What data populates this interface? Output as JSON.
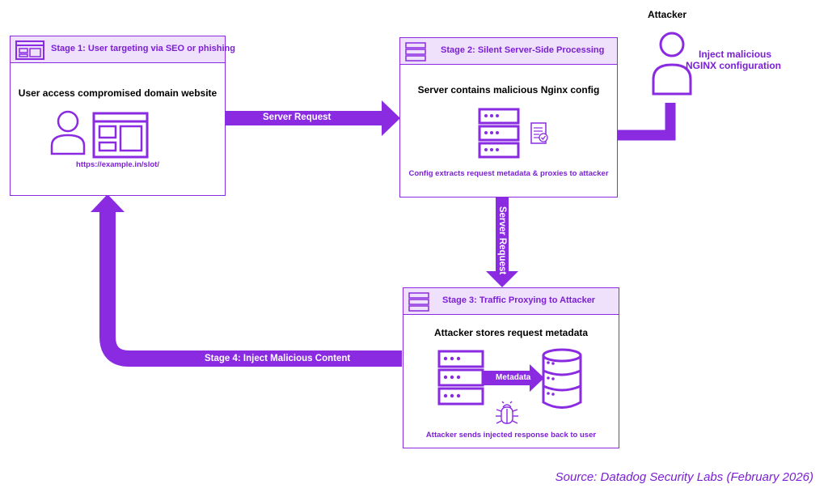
{
  "stages": [
    {
      "title": "Stage 1: User targeting via SEO or phishing",
      "body_title": "User access compromised domain website",
      "caption": "https://example.in/slot/"
    },
    {
      "title": "Stage 2: Silent Server-Side Processing",
      "body_title": "Server contains malicious Nginx config",
      "caption": "Config extracts request metadata & proxies to attacker"
    },
    {
      "title": "Stage 3: Traffic Proxying to Attacker",
      "body_title": "Attacker stores request metadata",
      "caption": "Attacker sends injected response back to user"
    }
  ],
  "arrows": {
    "stage1_to_stage2": "Server Request",
    "stage2_to_stage3": "Server Request",
    "stage3_to_stage1": "Stage 4: Inject Malicious Content",
    "metadata": "Metadata"
  },
  "attacker": {
    "name": "Attacker",
    "note_line1": "Inject malicious",
    "note_line2": "NGINX configuration"
  },
  "source": "Source: Datadog Security Labs (February 2026)",
  "colors": {
    "accent": "#8a2be2",
    "header_bg": "#efe0fb",
    "label_text": "#7b1fd6"
  }
}
